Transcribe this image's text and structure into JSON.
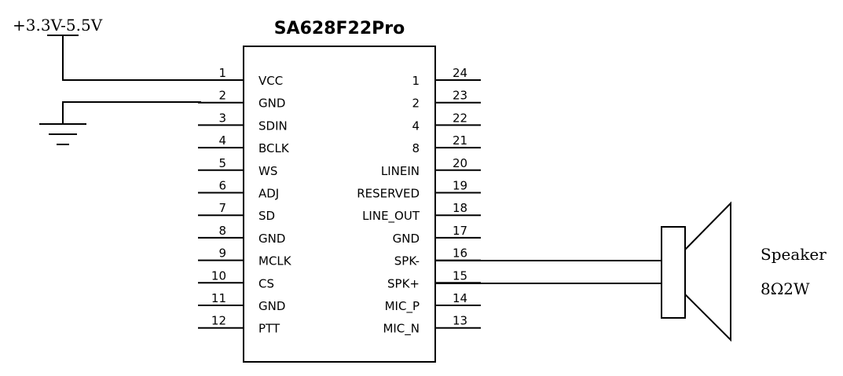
{
  "chip": {
    "title": "SA628F22Pro",
    "left_pins": [
      {
        "num": "1",
        "label": "VCC"
      },
      {
        "num": "2",
        "label": "GND"
      },
      {
        "num": "3",
        "label": "SDIN"
      },
      {
        "num": "4",
        "label": "BCLK"
      },
      {
        "num": "5",
        "label": "WS"
      },
      {
        "num": "6",
        "label": "ADJ"
      },
      {
        "num": "7",
        "label": "SD"
      },
      {
        "num": "8",
        "label": "GND"
      },
      {
        "num": "9",
        "label": "MCLK"
      },
      {
        "num": "10",
        "label": "CS"
      },
      {
        "num": "11",
        "label": "GND"
      },
      {
        "num": "12",
        "label": "PTT"
      }
    ],
    "right_pins": [
      {
        "num": "24",
        "label": "1"
      },
      {
        "num": "23",
        "label": "2"
      },
      {
        "num": "22",
        "label": "4"
      },
      {
        "num": "21",
        "label": "8"
      },
      {
        "num": "20",
        "label": "LINEIN"
      },
      {
        "num": "19",
        "label": "RESERVED"
      },
      {
        "num": "18",
        "label": "LINE_OUT"
      },
      {
        "num": "17",
        "label": "GND"
      },
      {
        "num": "16",
        "label": "SPK-"
      },
      {
        "num": "15",
        "label": "SPK+"
      },
      {
        "num": "14",
        "label": "MIC_P"
      },
      {
        "num": "13",
        "label": "MIC_N"
      }
    ]
  },
  "power": {
    "label": "+3.3V-5.5V"
  },
  "speaker": {
    "name": "Speaker",
    "rating": "8Ω2W"
  }
}
